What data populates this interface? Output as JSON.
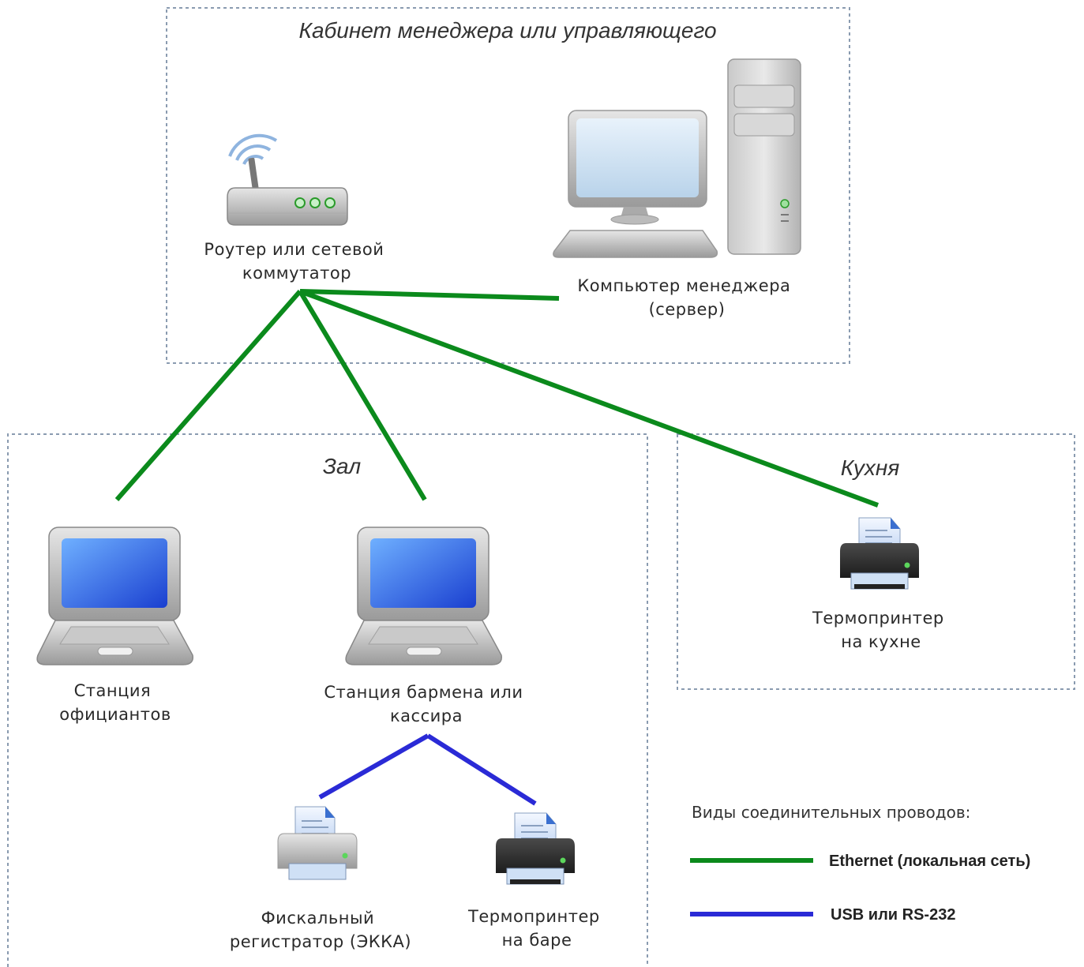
{
  "zones": {
    "office": "Кабинет менеджера или управляющего",
    "hall": "Зал",
    "kitchen": "Кухня"
  },
  "devices": {
    "router": [
      "Роутер или сетевой",
      "коммутатор"
    ],
    "server": [
      "Компьютер менеджера",
      "(сервер)"
    ],
    "waiters": [
      "Станция",
      "официантов"
    ],
    "bartender": [
      "Станция бармена или",
      "кассира"
    ],
    "kitchen_printer": [
      "Термопринтер",
      "на кухне"
    ],
    "fiscal": [
      "Фискальный",
      "регистратор (ЭККА)"
    ],
    "bar_printer": [
      "Термопринтер",
      "на баре"
    ]
  },
  "legend": {
    "title": "Виды соединительных проводов:",
    "ethernet": "Ethernet (локальная сеть)",
    "usb": "USB или RS-232"
  },
  "colors": {
    "ethernet": "#0b8a1c",
    "usb": "#2a2ad6",
    "zone_border": "#8a9bb0"
  }
}
